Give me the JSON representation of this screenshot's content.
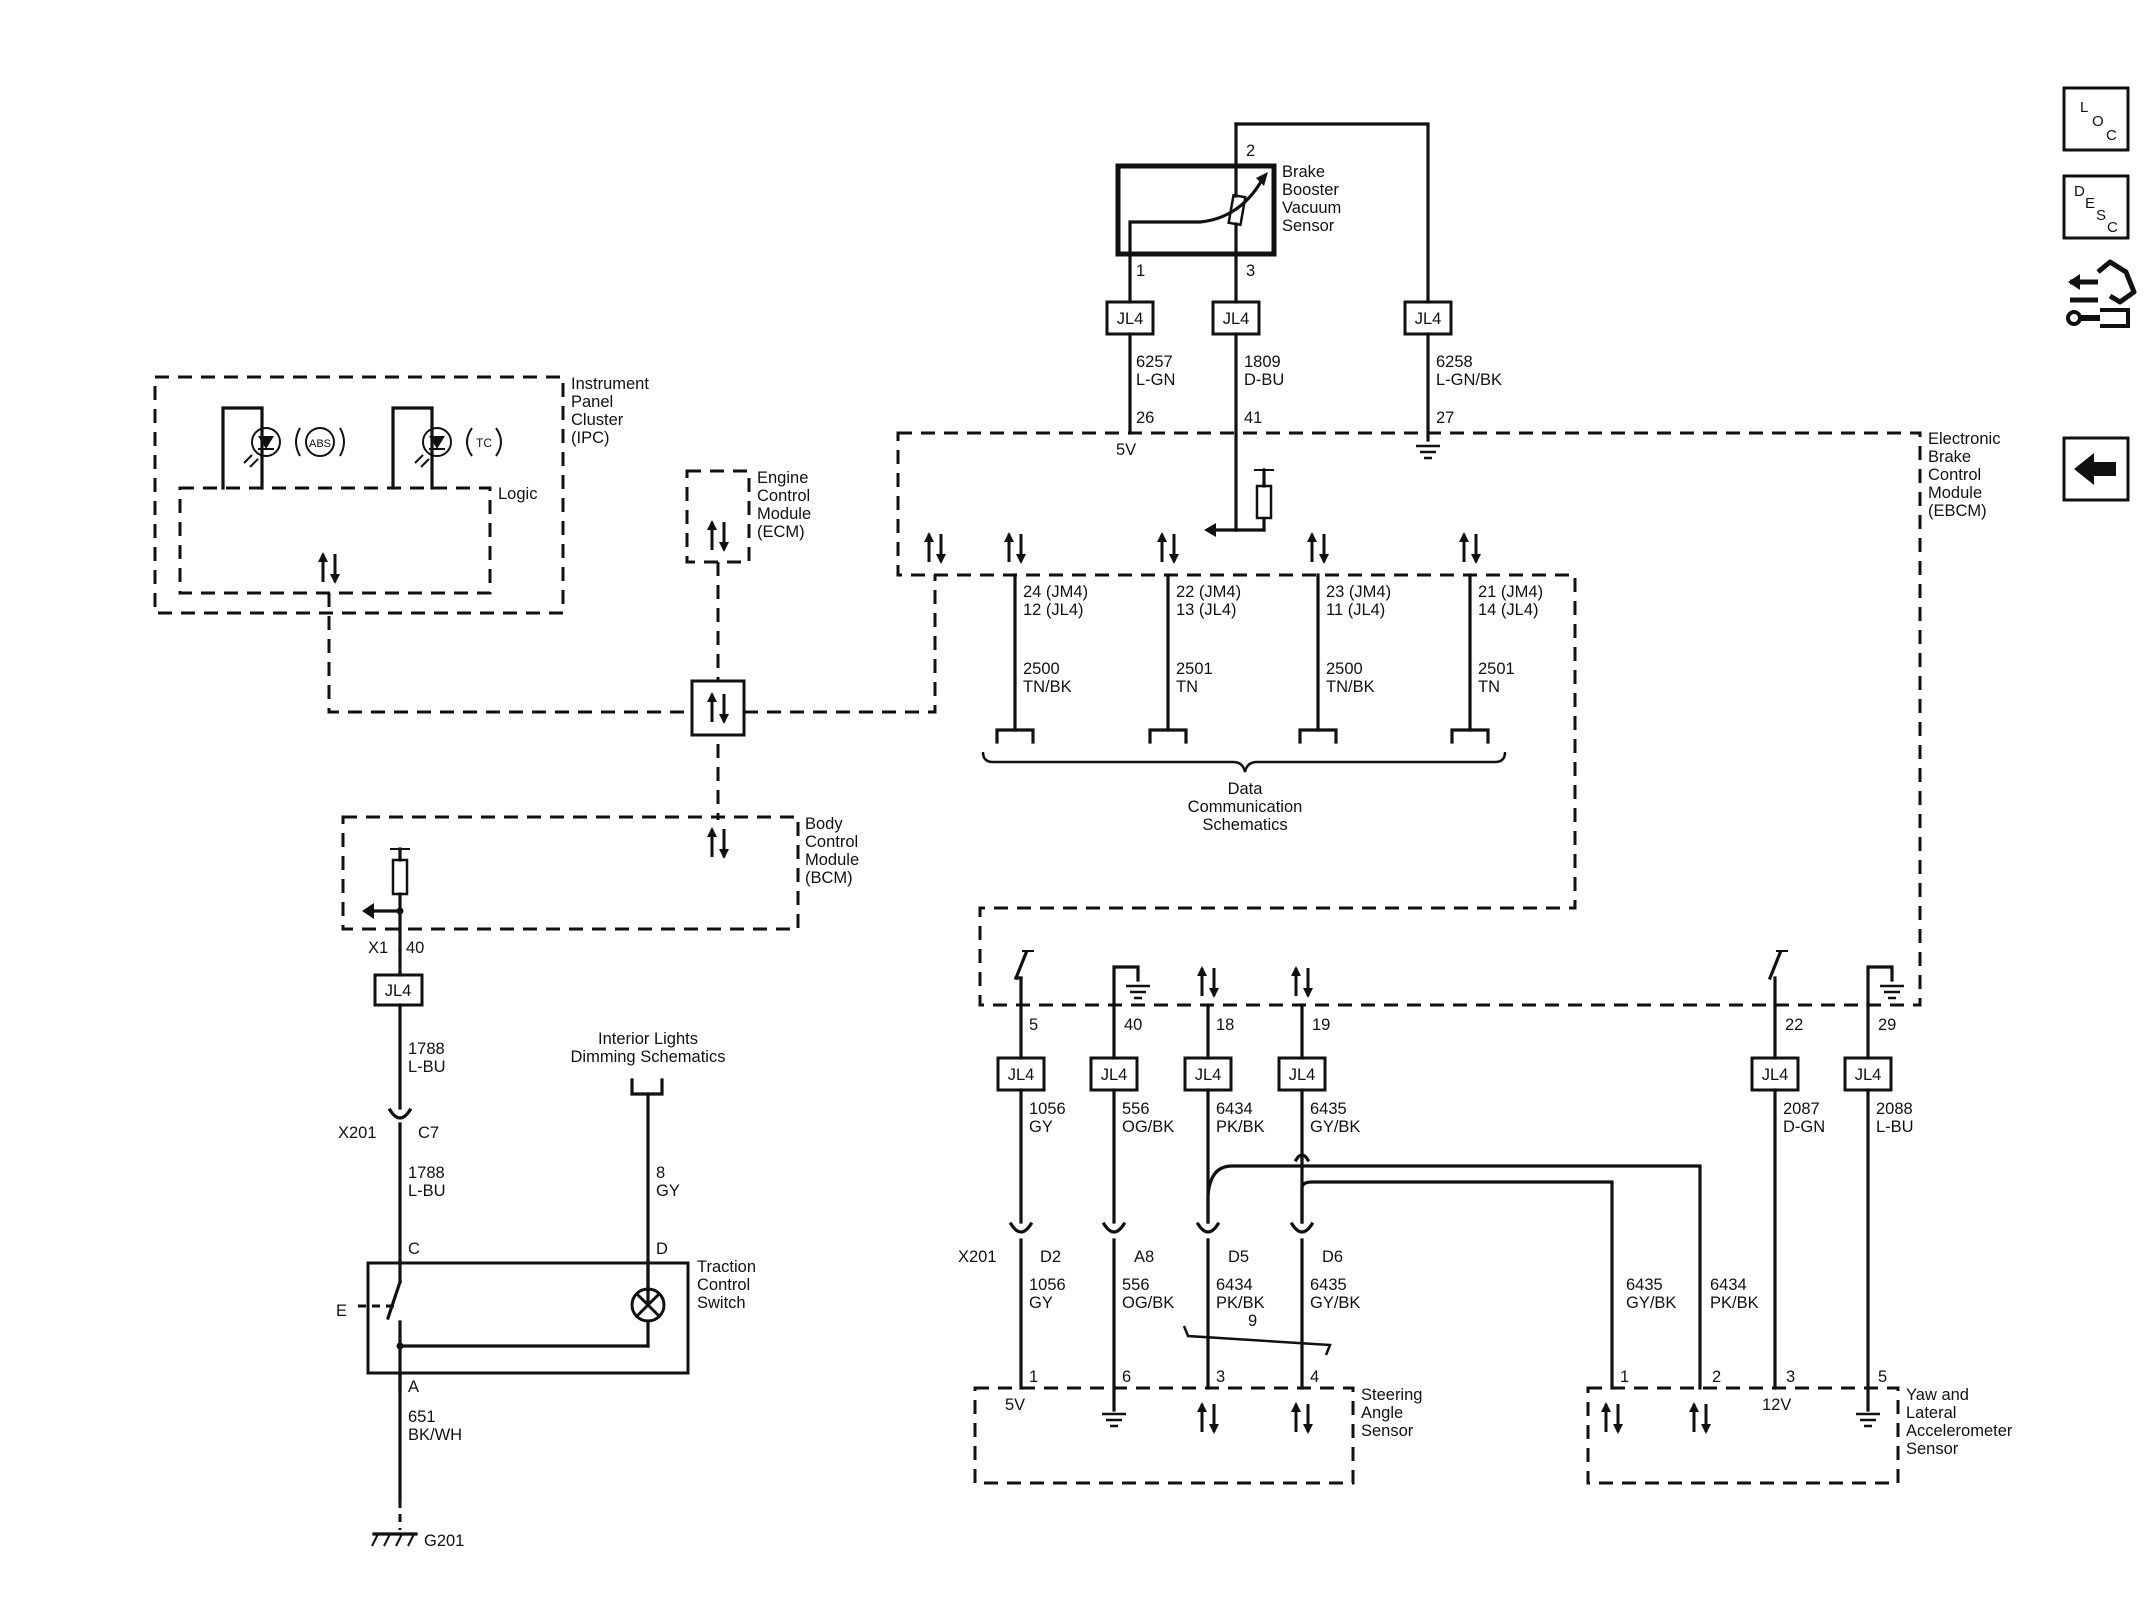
{
  "modules": {
    "ipc": {
      "label": [
        "Instrument",
        "Panel",
        "Cluster",
        "(IPC)"
      ],
      "logic": "Logic",
      "abs": "ABS",
      "tc": "TC"
    },
    "ecm": {
      "label": [
        "Engine",
        "Control",
        "Module",
        "(ECM)"
      ]
    },
    "bcm": {
      "label": [
        "Body",
        "Control",
        "Module",
        "(BCM)"
      ]
    },
    "ebcm": {
      "label": [
        "Electronic",
        "Brake",
        "Control",
        "Module",
        "(EBCM)"
      ]
    },
    "booster": {
      "label": [
        "Brake",
        "Booster",
        "Vacuum",
        "Sensor"
      ]
    },
    "tcs": {
      "label": [
        "Traction",
        "Control",
        "Switch"
      ]
    },
    "steering": {
      "label": [
        "Steering",
        "Angle",
        "Sensor"
      ]
    },
    "yaw": {
      "label": [
        "Yaw and",
        "Lateral",
        "Accelerometer",
        "Sensor"
      ]
    }
  },
  "connector": "JL4",
  "booster_circuits": {
    "pin1": "1",
    "pin2": "2",
    "pin3": "3",
    "c1": {
      "num": "6257",
      "color": "L-GN",
      "pin": "26",
      "volt": "5V"
    },
    "c2": {
      "num": "1809",
      "color": "D-BU",
      "pin": "41"
    },
    "c3": {
      "num": "6258",
      "color": "L-GN/BK",
      "pin": "27"
    }
  },
  "data_comm": {
    "d1": {
      "a": "24 (JM4)",
      "b": "12 (JL4)",
      "c": "2500",
      "d": "TN/BK"
    },
    "d2": {
      "a": "22 (JM4)",
      "b": "13 (JL4)",
      "c": "2501",
      "d": "TN"
    },
    "d3": {
      "a": "23 (JM4)",
      "b": "11 (JL4)",
      "c": "2500",
      "d": "TN/BK"
    },
    "d4": {
      "a": "21 (JM4)",
      "b": "14 (JL4)",
      "c": "2501",
      "d": "TN"
    },
    "label": [
      "Data",
      "Communication",
      "Schematics"
    ]
  },
  "bcm_circuit": {
    "x1": "X1",
    "pin": "40",
    "num": "1788",
    "color": "L-BU",
    "x201": "X201",
    "c7": "C7",
    "num2": "1788",
    "color2": "L-BU"
  },
  "interior": {
    "label": [
      "Interior Lights",
      "Dimming Schematics"
    ],
    "num": "8",
    "color": "GY"
  },
  "tcs_pins": {
    "c": "C",
    "d": "D",
    "a": "A",
    "e": "E"
  },
  "ground_circuit": {
    "num": "651",
    "color": "BK/WH",
    "g": "G201"
  },
  "ebcm_lower": {
    "p5": "5",
    "p40": "40",
    "p18": "18",
    "p19": "19",
    "p22": "22",
    "p29": "29",
    "w1": {
      "num": "1056",
      "color": "GY"
    },
    "w2": {
      "num": "556",
      "color": "OG/BK"
    },
    "w3": {
      "num": "6434",
      "color": "PK/BK"
    },
    "w4": {
      "num": "6435",
      "color": "GY/BK"
    },
    "w5": {
      "num": "2087",
      "color": "D-GN"
    },
    "w6": {
      "num": "2088",
      "color": "L-BU"
    },
    "x201": "X201",
    "d2": "D2",
    "a8": "A8",
    "d5": "D5",
    "d6": "D6",
    "twist": "9"
  },
  "steering_pins": {
    "p1": "1",
    "p6": "6",
    "p3": "3",
    "p4": "4",
    "volt": "5V"
  },
  "yaw_pins": {
    "p1": "1",
    "p2": "2",
    "p3": "3",
    "p5": "5",
    "volt": "12V"
  },
  "yaw_wires": {
    "w1": {
      "num": "6435",
      "color": "GY/BK"
    },
    "w2": {
      "num": "6434",
      "color": "PK/BK"
    }
  },
  "nav": {
    "loc": [
      "L",
      "O",
      "C"
    ],
    "desc": [
      "D",
      "E",
      "S",
      "C"
    ]
  }
}
